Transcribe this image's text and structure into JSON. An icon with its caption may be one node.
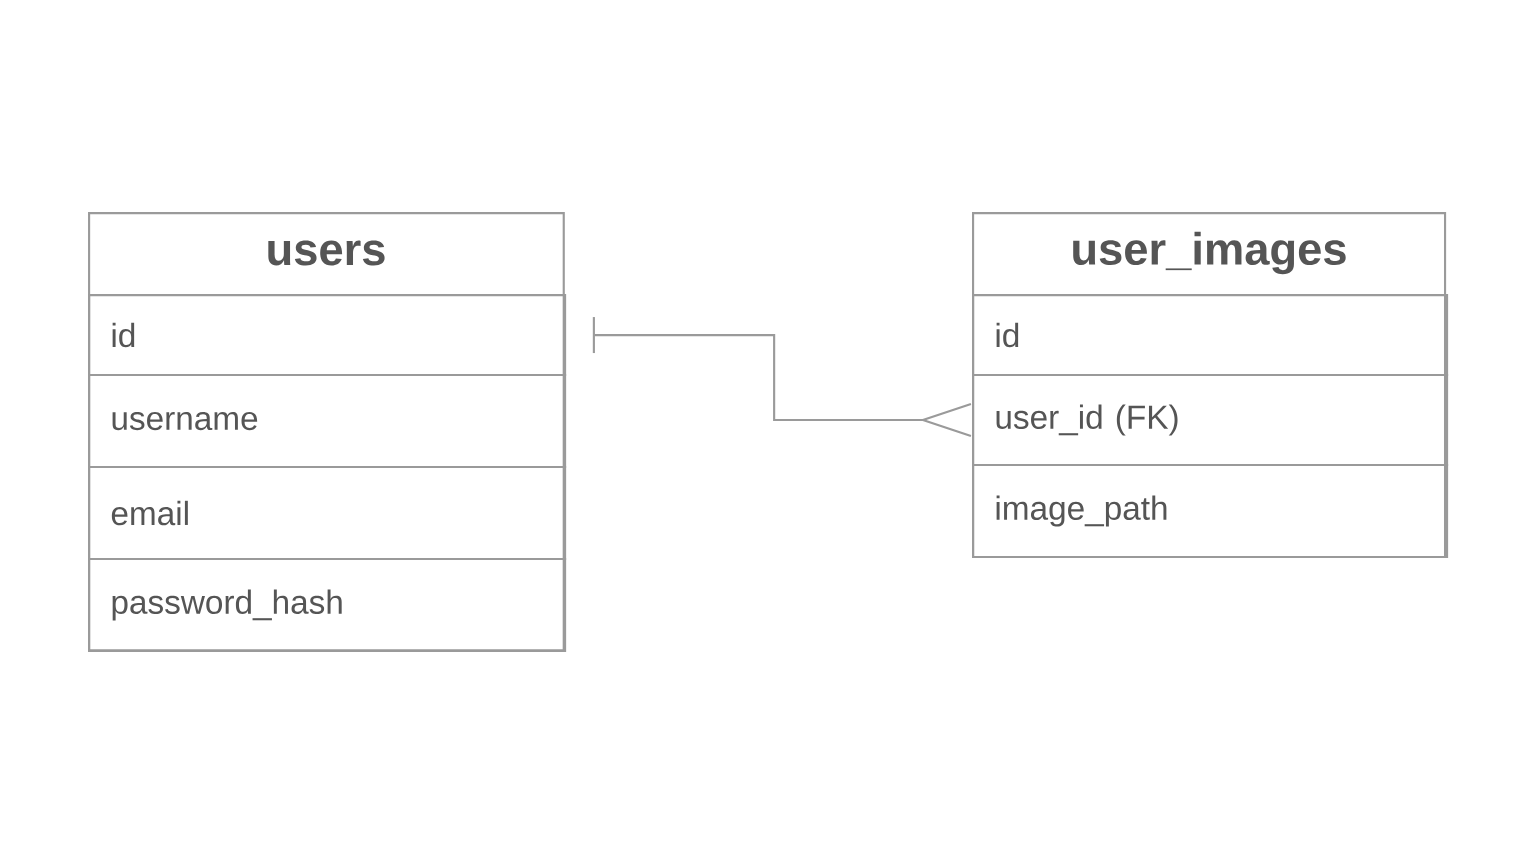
{
  "diagram": {
    "nodes": [
      {
        "text": [
          "users"
        ]
      },
      {
        "text": [
          "id"
        ],
        "in": 0
      },
      {
        "text": [
          "username"
        ],
        "in": 0
      },
      {
        "text": [
          "email"
        ],
        "in": 0
      },
      {
        "text": [
          "password_hash"
        ],
        "in": 0
      },
      {
        "text": [
          "user_images"
        ]
      },
      {
        "text": [
          "id"
        ],
        "in": 5
      },
      {
        "text": [
          "user_id  (FK)"
        ],
        "in": 5
      },
      {
        "text": [
          "image_path"
        ],
        "in": 5
      }
    ],
    "edges": [
      {
        "from": 1,
        "to": 7,
        "arrow": "other"
      }
    ]
  }
}
